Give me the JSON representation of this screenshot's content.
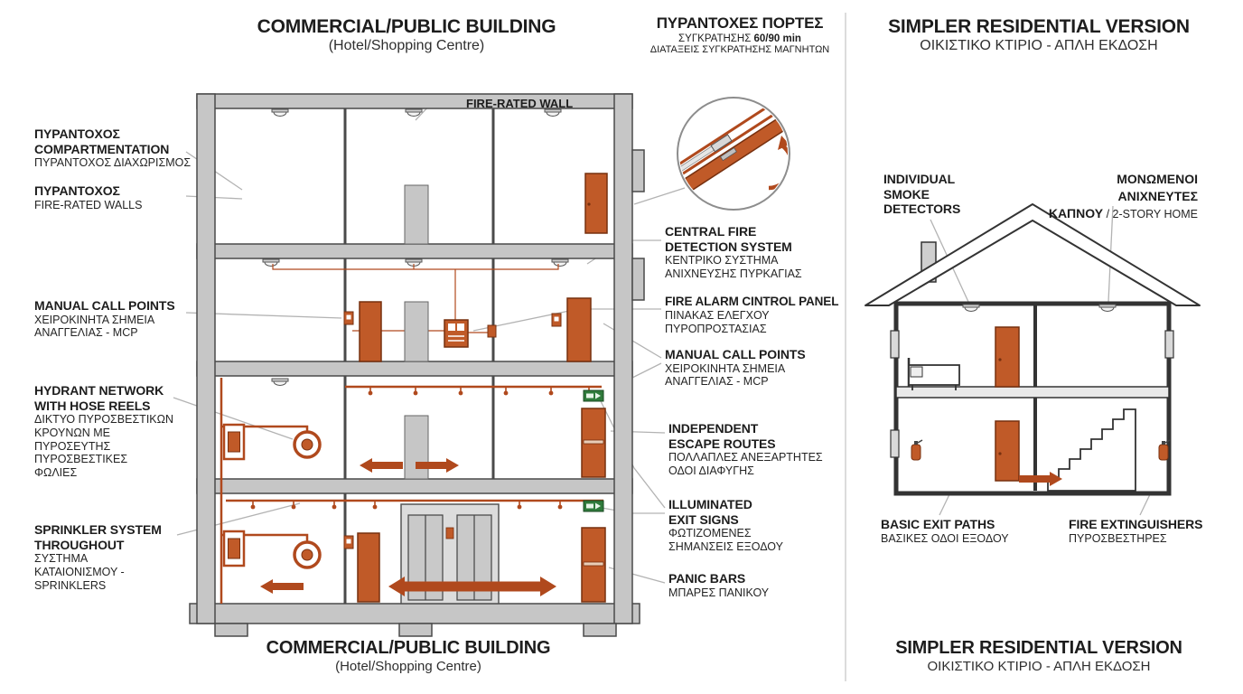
{
  "colors": {
    "accent_orange": "#b0491d",
    "door_fill": "#c05a28",
    "structure_gray": "#c6c6c6",
    "exit_green": "#2f7a3b",
    "text_dark": "#1d1d1d",
    "leader_gray": "#b3b3b3"
  },
  "commercial": {
    "title": "COMMERCIAL/PUBLIC BUILDING",
    "subtitle": "(Hotel/Shopping Centre)",
    "bottom_title": "COMMERCIAL/PUBLIC BUILDING",
    "bottom_subtitle": "(Hotel/Shopping Centre)",
    "wall_label": "FIRE-RATED WALL",
    "fire_doors": {
      "title": "ΠΥΡΑΝΤΟΧΕΣ ΠΟΡΤΕΣ",
      "duration_prefix": "ΣΥΓΚΡΑΤΗΣΗΣ ",
      "duration_bold": "60/90 min",
      "magnet_note": "ΔΙΑΤΑΞΕΙΣ ΣΥΓΚΡΑΤΗΣΗΣ ΜΑΓΝΗΤΩΝ"
    },
    "labels_left": [
      {
        "bold": "ΠΥΡΑΝΤΟΧΟΣ\nCOMPARTMENTATION",
        "normal": "ΠΥΡΑΝΤΟΧΟΣ ΔΙΑΧΩΡΙΣΜΟΣ"
      },
      {
        "bold": "ΠΥΡΑΝΤΟΧΟΣ",
        "normal": "FIRE-RATED WALLS"
      },
      {
        "bold": "MANUAL CALL POINTS",
        "normal": "ΧΕΙΡΟΚΙΝΗΤΑ ΣΗΜΕΙΑ\nΑΝΑΓΓΕΛΙΑΣ - MCP"
      },
      {
        "bold": "HYDRANT NETWORK\nWITH HOSE REELS",
        "normal": "ΔΙΚΤΥΟ ΠΥΡΟΣΒΕΣΤΙΚΩΝ\nΚΡΟΥΝΩΝ ΜΕ\nΠΥΡΟΣΕΥΤΗΣ\nΠΥΡΟΣΒΕΣΤΙΚΕΣ\nΦΩΛΙΕΣ"
      },
      {
        "bold": "SPRINKLER SYSTEM\nTHROUGHOUT",
        "normal": "ΣΥΣΤΗΜΑ\nΚΑΤΑΙΟΝΙΣΜΟΥ -\nSPRINKLERS"
      }
    ],
    "labels_right": [
      {
        "bold": "CENTRAL FIRE\nDETECTION SYSTEM",
        "normal": "ΚΕΝΤΡΙΚΟ ΣΥΣΤΗΜΑ\nΑΝΙΧΝΕΥΣΗΣ ΠΥΡΚΑΓΙΑΣ"
      },
      {
        "bold": "FIRE ALARM CINTROL PANEL",
        "normal": "ΠΙΝΑΚΑΣ ΕΛΕΓΧΟΥ\nΠΥΡΟΠΡΟΣΤΑΣΙΑΣ"
      },
      {
        "bold": "MANUAL CALL POINTS",
        "normal": "ΧΕΙΡΟΚΙΝΗΤΑ ΣΗΜΕΙΑ\nΑΝΑΓΓΕΛΙΑΣ - MCP"
      },
      {
        "bold": "INDEPENDENT\nESCAPE ROUTES",
        "normal": "ΠΟΛΛΑΠΛΕΣ ΑΝΕΞΑΡΤΗΤΕΣ\nΟΔΟΙ ΔΙΑΦΥΓΗΣ"
      },
      {
        "bold": "ILLUMINATED\nEXIT SIGNS",
        "normal": "ΦΩΤΙΖΟΜΕΝΕΣ\nΣΗΜΑΝΣΕΙΣ ΕΞΟΔΟΥ"
      },
      {
        "bold": "PANIC BARS",
        "normal": "ΜΠΑΡΕΣ ΠΑΝΙΚΟΥ"
      }
    ]
  },
  "residential": {
    "title": "SIMPLER RESIDENTIAL VERSION",
    "subtitle": "ΟΙΚΙΣΤΙΚΟ ΚΤΙΡΙΟ - ΑΠΛΗ ΕΚΔΟΣΗ",
    "bottom_title": "SIMPLER RESIDENTIAL VERSION",
    "bottom_subtitle": "ΟΙΚΙΣΤΙΚΟ ΚΤΙΡΙΟ - ΑΠΛΗ ΕΚΔΟΣΗ",
    "labels": {
      "smoke_detectors": {
        "bold": "INDIVIDUAL\nSMOKE\nDETECTORS"
      },
      "insulated_detectors": {
        "bold": "ΜΟΝΩΜΕΝΟΙ ΑΝΙΧΝΕΥΤΕΣ\nΚΑΠΝΟΥ",
        "normal": " / 2-STORY HOME"
      },
      "exit_paths": {
        "bold": "BASIC EXIT PATHS",
        "normal": "ΒΑΣΙΚΕΣ ΟΔΟΙ ΕΞΟΔΟΥ"
      },
      "extinguishers": {
        "bold": "FIRE EXTINGUISHERS",
        "normal": "ΠΥΡΟΣΒΕΣΤΗΡΕΣ"
      }
    }
  }
}
